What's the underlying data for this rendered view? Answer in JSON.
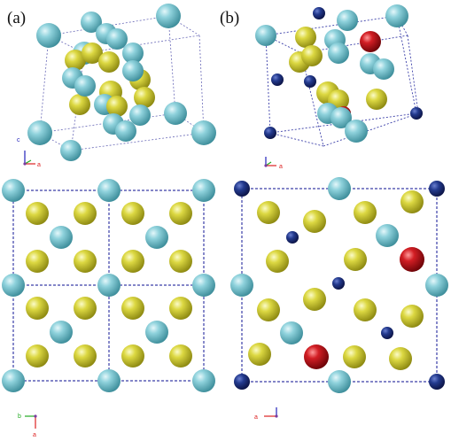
{
  "panels": [
    {
      "label": "(a)",
      "axes": {
        "up": "c",
        "right": "a"
      }
    },
    {
      "label": "(b)",
      "axes": {
        "up": "",
        "right": "a"
      }
    },
    {
      "label": "",
      "axes": {
        "right": "b",
        "down": "a"
      }
    },
    {
      "label": "",
      "axes": {
        "left": "a"
      }
    }
  ],
  "colors": {
    "cyan_atom": "#6fc3cf",
    "yellow_atom": "#d6d43a",
    "navy_atom": "#1c2f7a",
    "red_atom": "#c8141c",
    "cell_line": "#5556b8",
    "axis_red": "#d22",
    "axis_green": "#2a2",
    "axis_blue": "#22b",
    "axis_purple": "#7a3da0"
  }
}
